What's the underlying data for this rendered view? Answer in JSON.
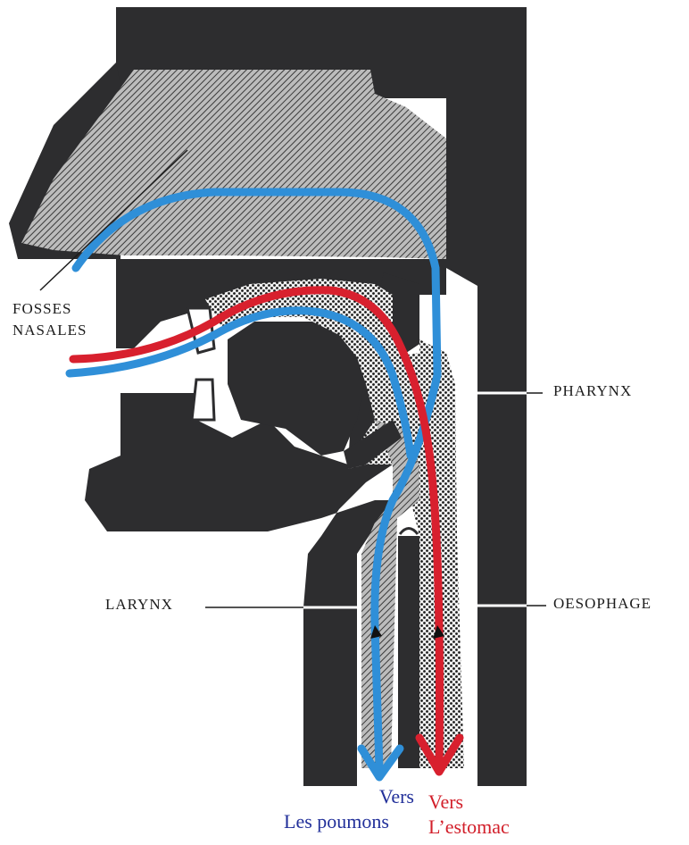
{
  "labels": {
    "fosses_line1": "FOSSES",
    "fosses_line2": "NASALES",
    "pharynx": "PHARYNX",
    "larynx": "LARYNX",
    "oesophage": "OESOPHAGE"
  },
  "destinations": {
    "lungs": {
      "line1": "Vers",
      "line2": "Les poumons"
    },
    "stomach": {
      "line1": "Vers",
      "line2": "L’estomac"
    }
  },
  "colors": {
    "tissue": "#2d2d2f",
    "air_path": "#2f8fd8",
    "food_path": "#d8202e",
    "lungs_text": "#22309a",
    "stomach_text": "#d21f2a"
  }
}
